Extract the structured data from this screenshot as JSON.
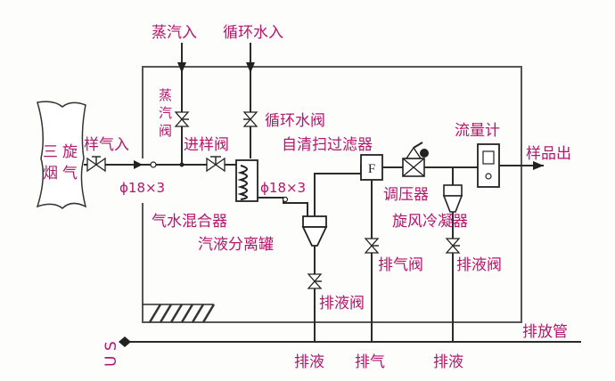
{
  "labels": {
    "steam_in": "蒸汽入",
    "circ_water_in": "循环水入",
    "steam_valve": "蒸汽阀",
    "circ_water_valve": "循环水阀",
    "self_clean_filter": "自清扫过滤器",
    "flowmeter": "流量计",
    "sample_out": "样品出",
    "sample_gas_in": "样气入",
    "sample_valve": "进样阀",
    "dim_left": "ϕ18×3",
    "dim_right": "ϕ18×3",
    "regulator": "调压器",
    "cyclone_condenser": "旋风冷凝器",
    "gas_water_mixer": "气水混合器",
    "vapor_liquid_separator": "汽液分离罐",
    "vent_valve": "排气阀",
    "drain_valve_right": "排液阀",
    "drain_valve_center": "排液阀",
    "drain_header": "排放管",
    "drain1": "排液",
    "drain2": "排气",
    "drain3": "排液",
    "us_marker": "U S",
    "filter_letter": "F"
  },
  "source_chars": [
    "三",
    "旋",
    "烟",
    "气"
  ]
}
